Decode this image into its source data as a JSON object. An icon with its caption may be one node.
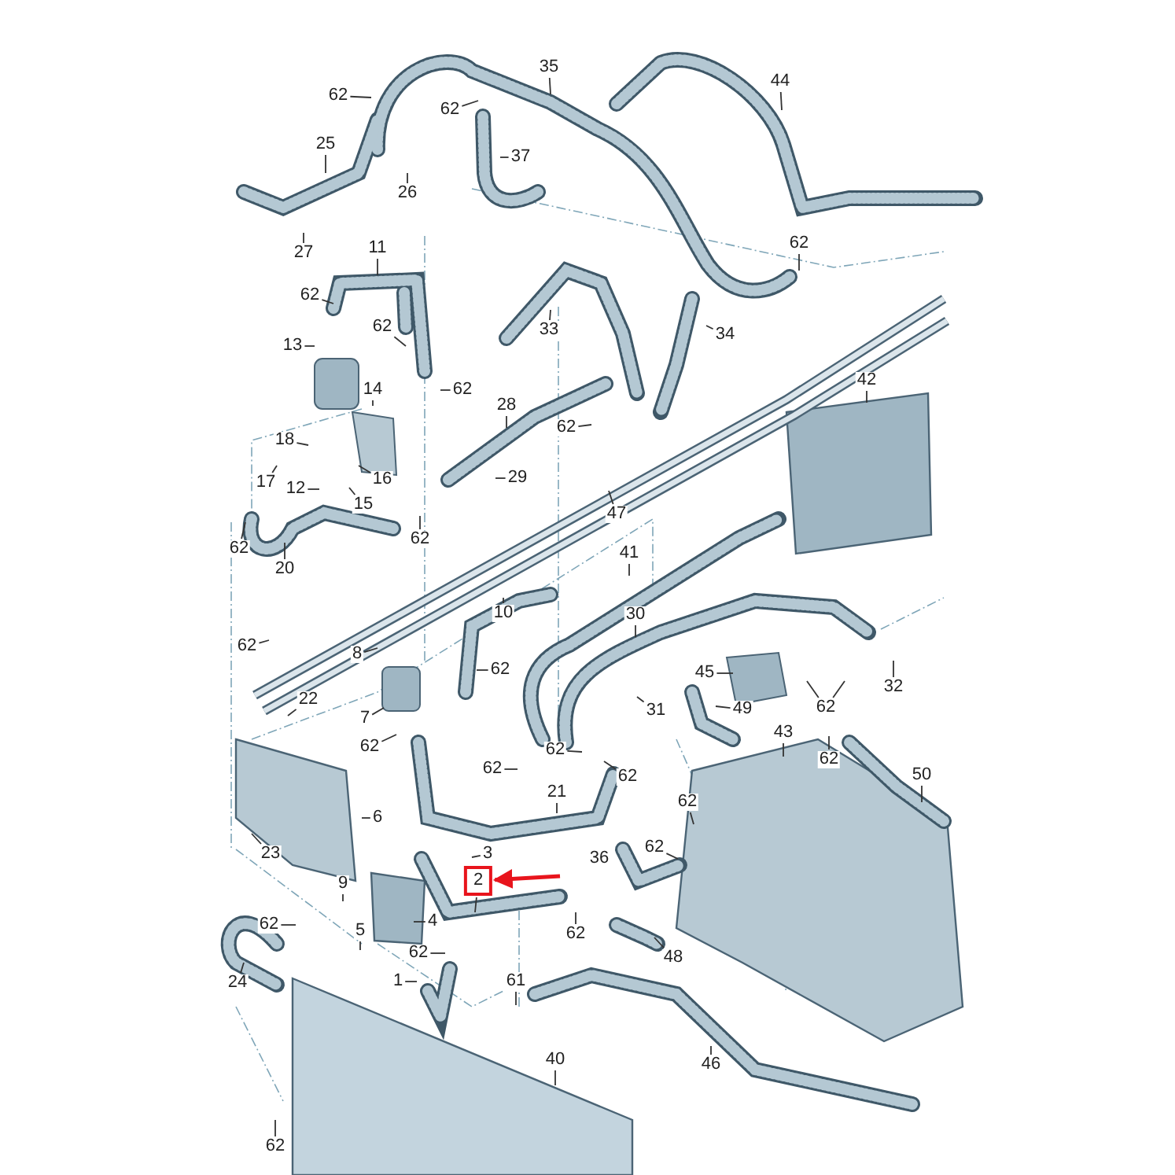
{
  "diagram": {
    "nodes": [
      {
        "text": [
          "35"
        ]
      },
      {
        "text": [
          "44"
        ]
      },
      {
        "text": [
          "62"
        ]
      },
      {
        "text": [
          "62"
        ]
      },
      {
        "text": [
          "25"
        ]
      },
      {
        "text": [
          "37"
        ]
      },
      {
        "text": [
          "26"
        ]
      },
      {
        "text": [
          "62"
        ]
      },
      {
        "text": [
          "11"
        ]
      },
      {
        "text": [
          "27"
        ]
      },
      {
        "text": [
          "62"
        ]
      },
      {
        "text": [
          "62"
        ]
      },
      {
        "text": [
          "33"
        ]
      },
      {
        "text": [
          "34"
        ]
      },
      {
        "text": [
          "13"
        ]
      },
      {
        "text": [
          "42"
        ]
      },
      {
        "text": [
          "14"
        ]
      },
      {
        "text": [
          "62"
        ]
      },
      {
        "text": [
          "28"
        ]
      },
      {
        "text": [
          "62"
        ]
      },
      {
        "text": [
          "18"
        ]
      },
      {
        "text": [
          "29"
        ]
      },
      {
        "text": [
          "16"
        ]
      },
      {
        "text": [
          "17"
        ]
      },
      {
        "text": [
          "12"
        ]
      },
      {
        "text": [
          "15"
        ]
      },
      {
        "text": [
          "47"
        ]
      },
      {
        "text": [
          "62"
        ]
      },
      {
        "text": [
          "62"
        ]
      },
      {
        "text": [
          "41"
        ]
      },
      {
        "text": [
          "20"
        ]
      },
      {
        "text": [
          "10"
        ]
      },
      {
        "text": [
          "30"
        ]
      },
      {
        "text": [
          "62"
        ]
      },
      {
        "text": [
          "8"
        ]
      },
      {
        "text": [
          "62"
        ]
      },
      {
        "text": [
          "45"
        ]
      },
      {
        "text": [
          "32"
        ]
      },
      {
        "text": [
          "22"
        ]
      },
      {
        "text": [
          "62"
        ]
      },
      {
        "text": [
          "49"
        ]
      },
      {
        "text": [
          "31"
        ]
      },
      {
        "text": [
          "7"
        ]
      },
      {
        "text": [
          "43"
        ]
      },
      {
        "text": [
          "62"
        ]
      },
      {
        "text": [
          "62"
        ]
      },
      {
        "text": [
          "62"
        ]
      },
      {
        "text": [
          "62"
        ]
      },
      {
        "text": [
          "50"
        ]
      },
      {
        "text": [
          "62"
        ]
      },
      {
        "text": [
          "21"
        ]
      },
      {
        "text": [
          "62"
        ]
      },
      {
        "text": [
          "6"
        ]
      },
      {
        "text": [
          "62"
        ]
      },
      {
        "text": [
          "23"
        ]
      },
      {
        "text": [
          "3"
        ]
      },
      {
        "text": [
          "36"
        ]
      },
      {
        "text": [
          "2"
        ]
      },
      {
        "text": [
          "9"
        ]
      },
      {
        "text": [
          "62"
        ]
      },
      {
        "text": [
          "4"
        ]
      },
      {
        "text": [
          "5"
        ]
      },
      {
        "text": [
          "62"
        ]
      },
      {
        "text": [
          "62"
        ]
      },
      {
        "text": [
          "48"
        ]
      },
      {
        "text": [
          "1"
        ]
      },
      {
        "text": [
          "24"
        ]
      },
      {
        "text": [
          "61"
        ]
      },
      {
        "text": [
          "40"
        ]
      },
      {
        "text": [
          "46"
        ]
      },
      {
        "text": [
          "62"
        ]
      }
    ],
    "edges": [
      {
        "from": 0,
        "to": null,
        "arrow": "none"
      },
      {
        "from": 1,
        "to": null,
        "arrow": "none"
      },
      {
        "from": 2,
        "to": null,
        "arrow": "none"
      },
      {
        "from": 3,
        "to": null,
        "arrow": "none"
      },
      {
        "from": 4,
        "to": null,
        "arrow": "none"
      },
      {
        "from": 5,
        "to": null,
        "arrow": "none"
      },
      {
        "from": 6,
        "to": null,
        "arrow": "none"
      },
      {
        "from": 7,
        "to": null,
        "arrow": "none"
      },
      {
        "from": 8,
        "to": null,
        "arrow": "none"
      },
      {
        "from": 9,
        "to": null,
        "arrow": "none"
      },
      {
        "from": 10,
        "to": null,
        "arrow": "none"
      },
      {
        "from": 11,
        "to": null,
        "arrow": "none"
      },
      {
        "from": 12,
        "to": null,
        "arrow": "none"
      },
      {
        "from": 13,
        "to": null,
        "arrow": "none"
      },
      {
        "from": 14,
        "to": null,
        "arrow": "none"
      },
      {
        "from": 15,
        "to": null,
        "arrow": "none"
      },
      {
        "from": 16,
        "to": null,
        "arrow": "none"
      },
      {
        "from": 17,
        "to": null,
        "arrow": "none"
      },
      {
        "from": 18,
        "to": null,
        "arrow": "none"
      },
      {
        "from": 19,
        "to": null,
        "arrow": "none"
      },
      {
        "from": 20,
        "to": null,
        "arrow": "none"
      },
      {
        "from": 21,
        "to": null,
        "arrow": "none"
      },
      {
        "from": 22,
        "to": null,
        "arrow": "none"
      },
      {
        "from": 23,
        "to": null,
        "arrow": "none"
      },
      {
        "from": 24,
        "to": null,
        "arrow": "none"
      },
      {
        "from": 25,
        "to": null,
        "arrow": "none"
      },
      {
        "from": 26,
        "to": null,
        "arrow": "none"
      },
      {
        "from": 27,
        "to": null,
        "arrow": "none"
      },
      {
        "from": 28,
        "to": null,
        "arrow": "none"
      },
      {
        "from": 29,
        "to": null,
        "arrow": "none"
      },
      {
        "from": 30,
        "to": null,
        "arrow": "none"
      },
      {
        "from": 31,
        "to": null,
        "arrow": "none"
      },
      {
        "from": 32,
        "to": null,
        "arrow": "none"
      },
      {
        "from": 33,
        "to": null,
        "arrow": "none"
      },
      {
        "from": 34,
        "to": null,
        "arrow": "none"
      },
      {
        "from": 35,
        "to": null,
        "arrow": "none"
      },
      {
        "from": 36,
        "to": null,
        "arrow": "none"
      },
      {
        "from": 37,
        "to": null,
        "arrow": "none"
      },
      {
        "from": 38,
        "to": null,
        "arrow": "none"
      },
      {
        "from": 39,
        "to": null,
        "arrow": "none"
      },
      {
        "from": 39,
        "to": null,
        "arrow": "none"
      },
      {
        "from": 40,
        "to": null,
        "arrow": "none"
      },
      {
        "from": 41,
        "to": null,
        "arrow": "none"
      },
      {
        "from": 42,
        "to": null,
        "arrow": "none"
      },
      {
        "from": 43,
        "to": null,
        "arrow": "none"
      },
      {
        "from": 44,
        "to": null,
        "arrow": "none"
      },
      {
        "from": 45,
        "to": null,
        "arrow": "none"
      },
      {
        "from": 46,
        "to": null,
        "arrow": "none"
      },
      {
        "from": 47,
        "to": null,
        "arrow": "none"
      },
      {
        "from": 48,
        "to": null,
        "arrow": "none"
      },
      {
        "from": 49,
        "to": null,
        "arrow": "none"
      },
      {
        "from": 50,
        "to": null,
        "arrow": "none"
      },
      {
        "from": 51,
        "to": null,
        "arrow": "none"
      },
      {
        "from": 52,
        "to": null,
        "arrow": "none"
      },
      {
        "from": 53,
        "to": null,
        "arrow": "none"
      },
      {
        "from": 54,
        "to": null,
        "arrow": "none"
      },
      {
        "from": 55,
        "to": null,
        "arrow": "none"
      },
      {
        "from": 57,
        "to": null,
        "arrow": "none"
      },
      {
        "from": 58,
        "to": null,
        "arrow": "none"
      },
      {
        "from": 59,
        "to": null,
        "arrow": "none"
      },
      {
        "from": 60,
        "to": null,
        "arrow": "none"
      },
      {
        "from": 61,
        "to": null,
        "arrow": "none"
      },
      {
        "from": 62,
        "to": null,
        "arrow": "none"
      },
      {
        "from": 63,
        "to": null,
        "arrow": "none"
      },
      {
        "from": 64,
        "to": null,
        "arrow": "none"
      },
      {
        "from": 65,
        "to": null,
        "arrow": "none"
      },
      {
        "from": 66,
        "to": null,
        "arrow": "none"
      },
      {
        "from": 67,
        "to": null,
        "arrow": "none"
      },
      {
        "from": 68,
        "to": null,
        "arrow": "none"
      },
      {
        "from": 69,
        "to": null,
        "arrow": "none"
      },
      {
        "from": 70,
        "to": null,
        "arrow": "none"
      },
      {
        "from": null,
        "to": 57,
        "arrow": "to",
        "style": "thick",
        "color": "#e8141c"
      }
    ]
  }
}
